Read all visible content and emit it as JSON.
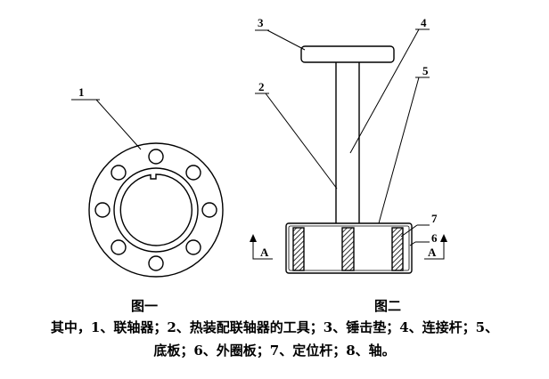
{
  "figure1": {
    "caption": "图一",
    "labels": [
      "1"
    ]
  },
  "figure2": {
    "caption": "图二",
    "labels": [
      "2",
      "3",
      "4",
      "5",
      "6",
      "7"
    ],
    "section_marker": "A"
  },
  "description": {
    "line1": "其中，1、联轴器；2、热装配联轴器的工具；3、锤击垫；4、连接杆；5、",
    "line2": "底板；6、外圈板；7、定位杆；8、轴。"
  }
}
